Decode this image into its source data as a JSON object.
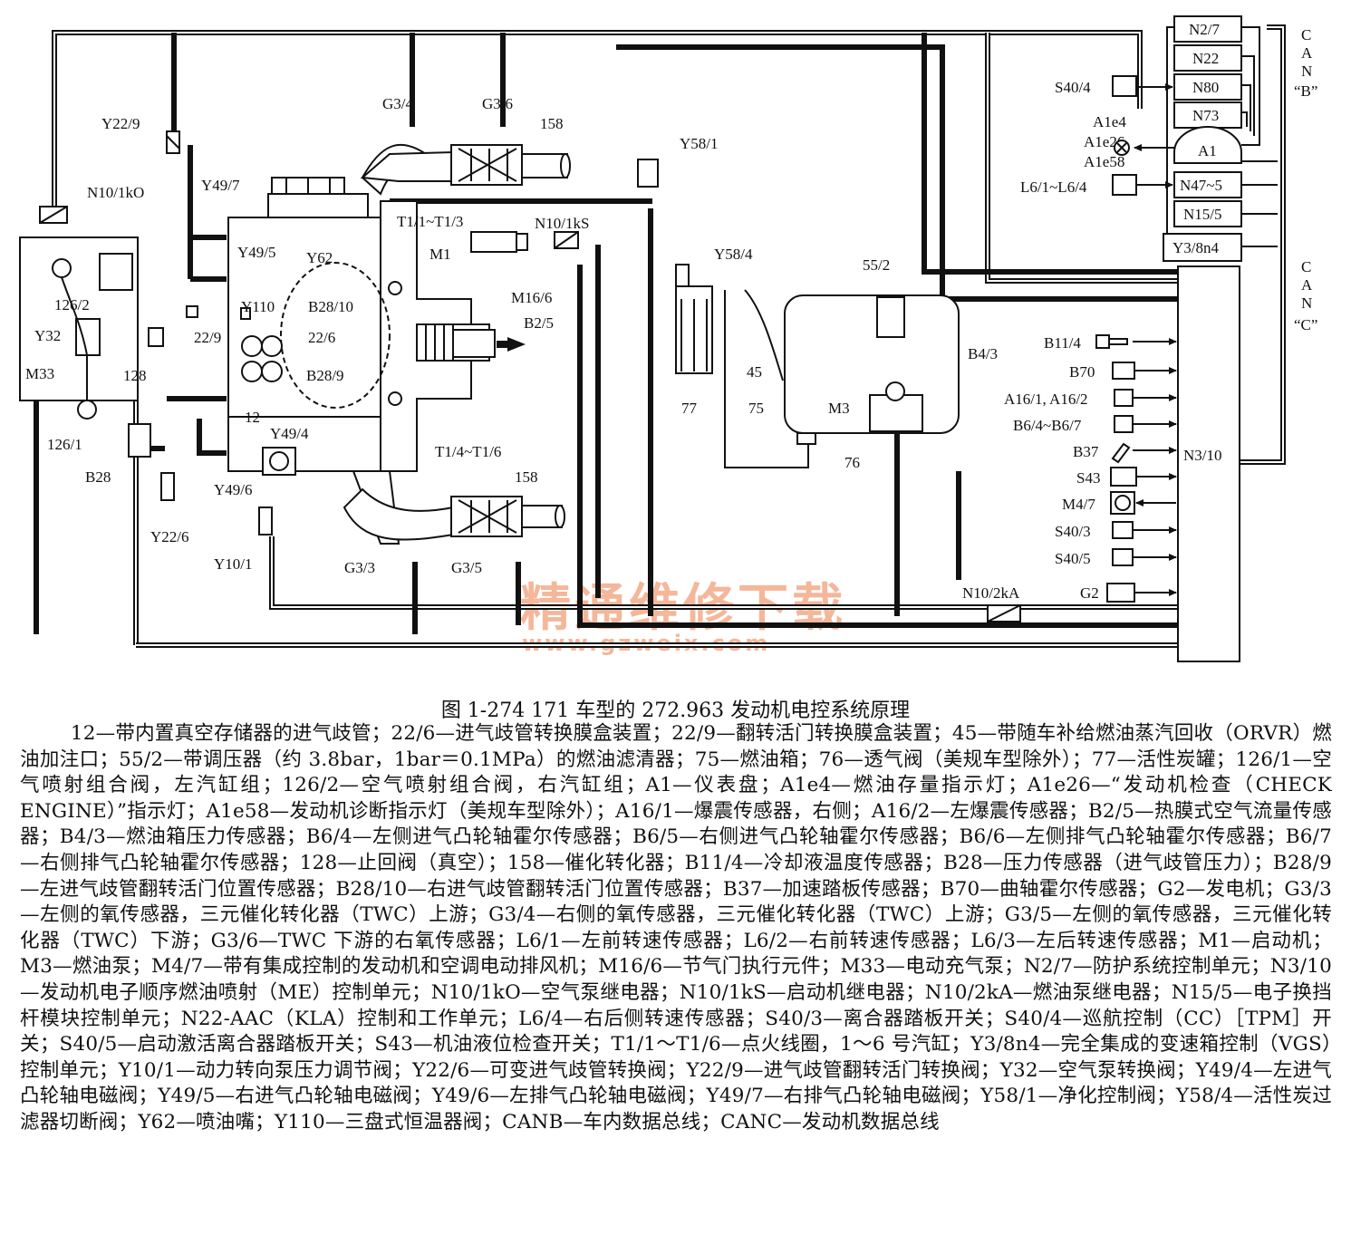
{
  "figure": {
    "caption": "图 1-274   171 车型的 272.963 发动机电控系统原理",
    "legend": "12—带内置真空存储器的进气歧管；22/6—进气歧管转换膜盒装置；22/9—翻转活门转换膜盒装置；45—带随车补给燃油蒸汽回收（ORVR）燃油加注口；55/2—带调压器（约 3.8bar，1bar＝0.1MPa）的燃油滤清器；75—燃油箱；76—透气阀（美规车型除外）；77—活性炭罐；126/1—空气喷射组合阀，左汽缸组；126/2—空气喷射组合阀，右汽缸组；A1—仪表盘；A1e4—燃油存量指示灯；A1e26—“发动机检查（CHECK ENGINE）”指示灯；A1e58—发动机诊断指示灯（美规车型除外）；A16/1—爆震传感器，右侧；A16/2—左爆震传感器；B2/5—热膜式空气流量传感器；B4/3—燃油箱压力传感器；B6/4—左侧进气凸轮轴霍尔传感器；B6/5—右侧进气凸轮轴霍尔传感器；B6/6—左侧排气凸轮轴霍尔传感器；B6/7—右侧排气凸轮轴霍尔传感器；128—止回阀（真空）；158—催化转化器；B11/4—冷却液温度传感器；B28—压力传感器（进气歧管压力）；B28/9—左进气歧管翻转活门位置传感器；B28/10—右进气歧管翻转活门位置传感器；B37—加速踏板传感器；B70—曲轴霍尔传感器；G2—发电机；G3/3—左侧的氧传感器，三元催化转化器（TWC）上游；G3/4—右侧的氧传感器，三元催化转化器（TWC）上游；G3/5—左侧的氧传感器，三元催化转化器（TWC）下游；G3/6—TWC 下游的右氧传感器；L6/1—左前转速传感器；L6/2—右前转速传感器；L6/3—左后转速传感器；M1—启动机；M3—燃油泵；M4/7—带有集成控制的发动机和空调电动排风机；M16/6—节气门执行元件；M33—电动充气泵；N2/7—防护系统控制单元；N3/10—发动机电子顺序燃油喷射（ME）控制单元；N10/1kO—空气泵继电器；N10/1kS—启动机继电器；N10/2kA—燃油泵继电器；N15/5—电子换挡杆模块控制单元；N22-AAC（KLA）控制和工作单元；L6/4—右后侧转速传感器；S40/3—离合器踏板开关；S40/4—巡航控制（CC）［TPM］开关；S40/5—启动激活离合器踏板开关；S43—机油液位检查开关；T1/1～T1/6—点火线圈，1～6 号汽缸；Y3/8n4—完全集成的变速箱控制（VGS）控制单元；Y10/1—动力转向泵压力调节阀；Y22/6—可变进气歧管转换阀；Y22/9—进气歧管翻转活门转换阀；Y32—空气泵转换阀；Y49/4—左进气凸轮轴电磁阀；Y49/5—右进气凸轮轴电磁阀；Y49/6—左排气凸轮轴电磁阀；Y49/7—右排气凸轮轴电磁阀；Y58/1—净化控制阀；Y58/4—活性炭过滤器切断阀；Y62—喷油嘴；Y110—三盘式恒温器阀；CANB—车内数据总线；CANC—发动机数据总线"
  },
  "watermark": {
    "title": "精通维修下载",
    "url": "www.gzweix.com"
  },
  "bus": {
    "canb": [
      "C",
      "A",
      "N",
      "“B”"
    ],
    "canc": [
      "C",
      "A",
      "N",
      "“C”"
    ]
  },
  "control_units": {
    "n2_7": "N2/7",
    "n22": "N22",
    "n80": "N80",
    "n73": "N73",
    "a1": "A1",
    "n47": "N47~5",
    "n15_5": "N15/5",
    "y3_8n4": "Y3/8n4",
    "n3_10": "N3/10"
  },
  "inputs": {
    "s40_4": "S40/4",
    "a1e4": "A1e4",
    "a1e26": "A1e26",
    "a1e58": "A1e58",
    "l6": "L6/1~L6/4",
    "b11_4": "B11/4",
    "b70": "B70",
    "a16": "A16/1, A16/2",
    "b6": "B6/4~B6/7",
    "b37": "B37",
    "s43": "S43",
    "m4_7": "M4/7",
    "s40_3": "S40/3",
    "s40_5": "S40/5",
    "g2": "G2"
  },
  "components": {
    "y22_9": "Y22/9",
    "n10_1ko": "N10/1kO",
    "g3_4": "G3/4",
    "g3_6": "G3/6",
    "c158_top": "158",
    "y58_1": "Y58/1",
    "y49_7": "Y49/7",
    "t1_1": "T1/1~T1/3",
    "n10_1ks": "N10/1kS",
    "m1": "M1",
    "y49_5": "Y49/5",
    "y62": "Y62",
    "y58_4": "Y58/4",
    "c55_2": "55/2",
    "c126_2": "126/2",
    "y110": "Y110",
    "b28_10": "B28/10",
    "m16_6": "M16/6",
    "b2_5": "B2/5",
    "y32": "Y32",
    "c22_9": "22/9",
    "c22_6": "22/6",
    "b4_3": "B4/3",
    "m33": "M33",
    "c128": "128",
    "c45": "45",
    "b28_9": "B28/9",
    "c77": "77",
    "c75": "75",
    "m3": "M3",
    "c12": "12",
    "c126_1": "126/1",
    "y49_4": "Y49/4",
    "t1_4": "T1/4~T1/6",
    "c76": "76",
    "b28": "B28",
    "y49_6": "Y49/6",
    "c158_bottom": "158",
    "y22_6": "Y22/6",
    "y10_1": "Y10/1",
    "g3_3": "G3/3",
    "g3_5": "G3/5",
    "n10_2ka": "N10/2kA"
  }
}
